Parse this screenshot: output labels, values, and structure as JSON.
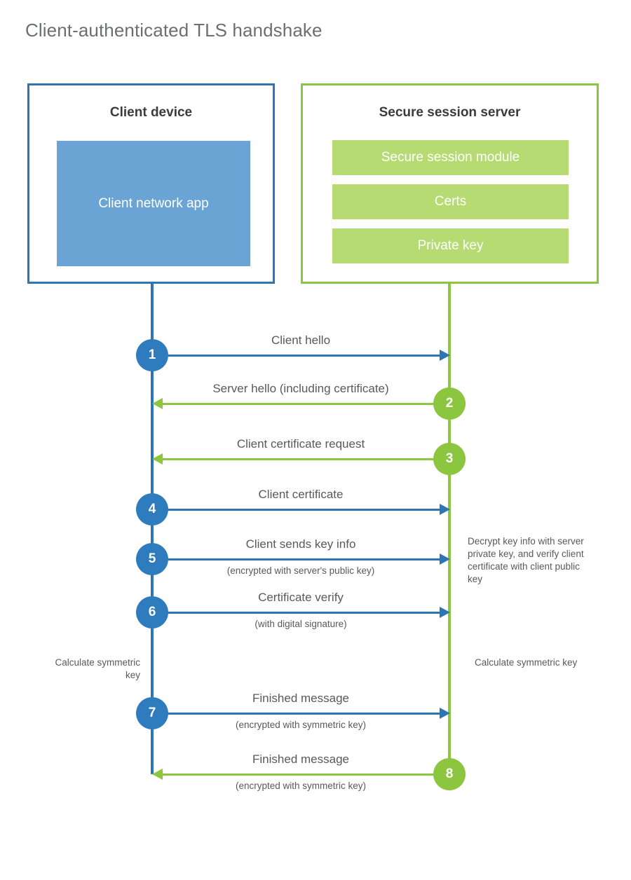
{
  "title": "Client-authenticated TLS handshake",
  "colors": {
    "client_border": "#2e75b6",
    "client_fill": "#6aa4d4",
    "client_circle": "#2e7cbe",
    "server_border": "#8cc63f",
    "server_fill": "#b5db72",
    "server_circle": "#8cc63f",
    "text": "#58595b",
    "title_text": "#6d6e71",
    "background": "#ffffff"
  },
  "client": {
    "title": "Client device",
    "app_label": "Client network app"
  },
  "server": {
    "title": "Secure session server",
    "components": [
      "Secure session module",
      "Certs",
      "Private key"
    ]
  },
  "messages": [
    {
      "step": "1",
      "label": "Client hello",
      "sublabel": "",
      "direction": "to-server",
      "origin": "client"
    },
    {
      "step": "2",
      "label": "Server hello (including certificate)",
      "sublabel": "",
      "direction": "to-client",
      "origin": "server"
    },
    {
      "step": "3",
      "label": "Client certificate request",
      "sublabel": "",
      "direction": "to-client",
      "origin": "server"
    },
    {
      "step": "4",
      "label": "Client certificate",
      "sublabel": "",
      "direction": "to-server",
      "origin": "client"
    },
    {
      "step": "5",
      "label": "Client sends key info",
      "sublabel": "(encrypted with server's public key)",
      "direction": "to-server",
      "origin": "client"
    },
    {
      "step": "6",
      "label": "Certificate verify",
      "sublabel": "(with digital signature)",
      "direction": "to-server",
      "origin": "client"
    },
    {
      "step": "7",
      "label": "Finished message",
      "sublabel": "(encrypted with symmetric key)",
      "direction": "to-server",
      "origin": "client"
    },
    {
      "step": "8",
      "label": "Finished message",
      "sublabel": "(encrypted with symmetric key)",
      "direction": "to-client",
      "origin": "server"
    }
  ],
  "notes": {
    "decrypt": "Decrypt key info with server private key, and verify client certificate with client public key",
    "calculate_client": "Calculate symmetric key",
    "calculate_server": "Calculate symmetric key"
  }
}
